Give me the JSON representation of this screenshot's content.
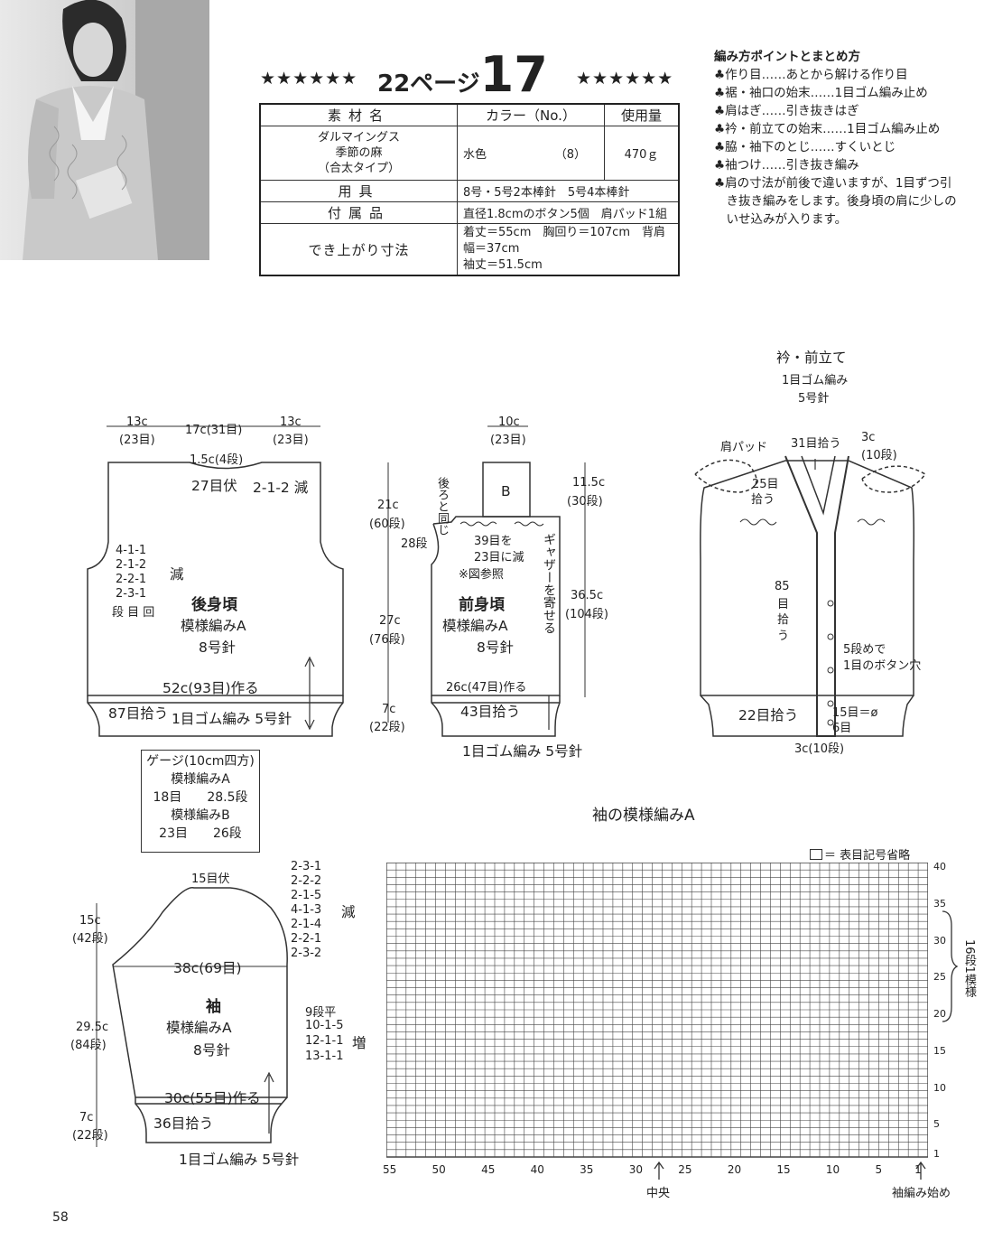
{
  "header": {
    "stars_left": "★★★★★★",
    "stars_right": "★★★★★★",
    "title_prefix": "22ページ",
    "title_number": "17"
  },
  "spec_table": {
    "col_material": "素材名",
    "col_color": "カラー（No.）",
    "col_amount": "使用量",
    "yarn_lines": [
      "ダルマイングス",
      "季節の麻",
      "（合太タイプ）"
    ],
    "color_name": "水色",
    "color_no": "（8）",
    "amount": "470ｇ",
    "tools_label": "用具",
    "tools_value": "8号・5号2本棒針　5号4本棒針",
    "accessories_label": "付属品",
    "accessories_value": "直径1.8cmのボタン5個　肩パッド1組",
    "size_label": "でき上がり寸法",
    "size_line1": "着丈＝55cm　胸回り＝107cm　背肩幅＝37cm",
    "size_line2": "袖丈＝51.5cm"
  },
  "points": {
    "title": "編み方ポイントとまとめ方",
    "items": [
      "♣作り目……あとから解ける作り目",
      "♣裾・袖口の始末……1目ゴム編み止め",
      "♣肩はぎ……引き抜きはぎ",
      "♣衿・前立ての始末……1目ゴム編み止め",
      "♣脇・袖下のとじ……すくいとじ",
      "♣袖つけ……引き抜き編み",
      "♣肩の寸法が前後で違いますが、1目ずつ引",
      "　き抜き編みをします。後身頃の肩に少しの",
      "　いせ込みが入ります。"
    ]
  },
  "back": {
    "w1": "13c",
    "w1s": "(23目)",
    "w2": "17c(31目)",
    "w3": "13c",
    "w3s": "(23目)",
    "neck": "1.5c(4段)",
    "bind": "27目伏",
    "shoulder_dec": "2-1-2 減",
    "arm_dec": [
      "4-1-1",
      "2-1-2",
      "2-2-1",
      "2-3-1"
    ],
    "dec_word": "減",
    "dec_legend": "段 目 回",
    "name": "後身頃",
    "pattern": "模様編みA",
    "needle": "8号針",
    "cast_on": "52c(93目)作る",
    "pickup": "87目拾う",
    "rib": "1目ゴム編み 5号針"
  },
  "heights": {
    "h1": "21c",
    "h1s": "(60段)",
    "h2": "28段",
    "h3": "27c",
    "h3s": "(76段)",
    "h4": "7c",
    "h4s": "(22段)"
  },
  "front": {
    "top_w": "10c",
    "top_ws": "(23目)",
    "block_label": "B",
    "same_as_back": "後ろと同じ",
    "dec_note1": "39目を",
    "dec_note2": "23目に減",
    "ref_note": "※図参照",
    "gather_note": "ギャザーを寄せる",
    "h_top": "11.5c",
    "h_tops": "(30段)",
    "h_body": "36.5c",
    "h_bodys": "(104段)",
    "name": "前身頃",
    "pattern": "模様編みA",
    "needle": "8号針",
    "cast_on": "26c(47目)作る",
    "pickup": "43目拾う",
    "rib": "1目ゴム編み 5号針"
  },
  "collar": {
    "title": "衿・前立て",
    "sub1": "1目ゴム編み",
    "sub2": "5号針",
    "pad": "肩パッド",
    "pick31": "31目拾う",
    "w3c": "3c",
    "w3cs": "(10段)",
    "pick25a": "25目",
    "pick25b": "拾う",
    "pick85": [
      "85",
      "目",
      "拾",
      "う"
    ],
    "btn1": "5段めで",
    "btn2": "1目のボタン穴",
    "pick22": "22目拾う",
    "eq15": "15目＝ø",
    "six": "6目",
    "bottom": "3c(10段)"
  },
  "gauge": {
    "title": "ゲージ(10cm四方)",
    "a": "模様編みA",
    "a_vals": "18目　　28.5段",
    "b": "模様編みB",
    "b_vals": "23目　　26段"
  },
  "sleeve": {
    "cap_h": "15c",
    "cap_hs": "(42段)",
    "bind": "15目伏",
    "cap_dec": [
      "2-3-1",
      "2-2-2",
      "2-1-5",
      "4-1-3",
      "2-1-4",
      "2-2-1",
      "2-3-2"
    ],
    "dec_word": "減",
    "width": "38c(69目)",
    "name": "袖",
    "pattern": "模様編みA",
    "needle": "8号針",
    "body_h": "29.5c",
    "body_hs": "(84段)",
    "inc": [
      "9段平",
      "10-1-5",
      "12-1-1",
      "13-1-1"
    ],
    "inc_word": "増",
    "cuff_h": "7c",
    "cuff_hs": "(22段)",
    "cast_on": "30c(55目)作る",
    "pickup": "36目拾う",
    "rib": "1目ゴム編み 5号針"
  },
  "chart": {
    "title": "袖の模様編みA",
    "legend": "＝ 表目記号省略",
    "row_labels": [
      "40",
      "35",
      "30",
      "25",
      "20",
      "15",
      "10",
      "5",
      "1"
    ],
    "col_labels": [
      "55",
      "50",
      "45",
      "40",
      "35",
      "30",
      "25",
      "20",
      "15",
      "10",
      "5",
      "1"
    ],
    "center": "中央",
    "start": "袖編み始め",
    "repeat": "16段1模様"
  },
  "page_number": "58"
}
